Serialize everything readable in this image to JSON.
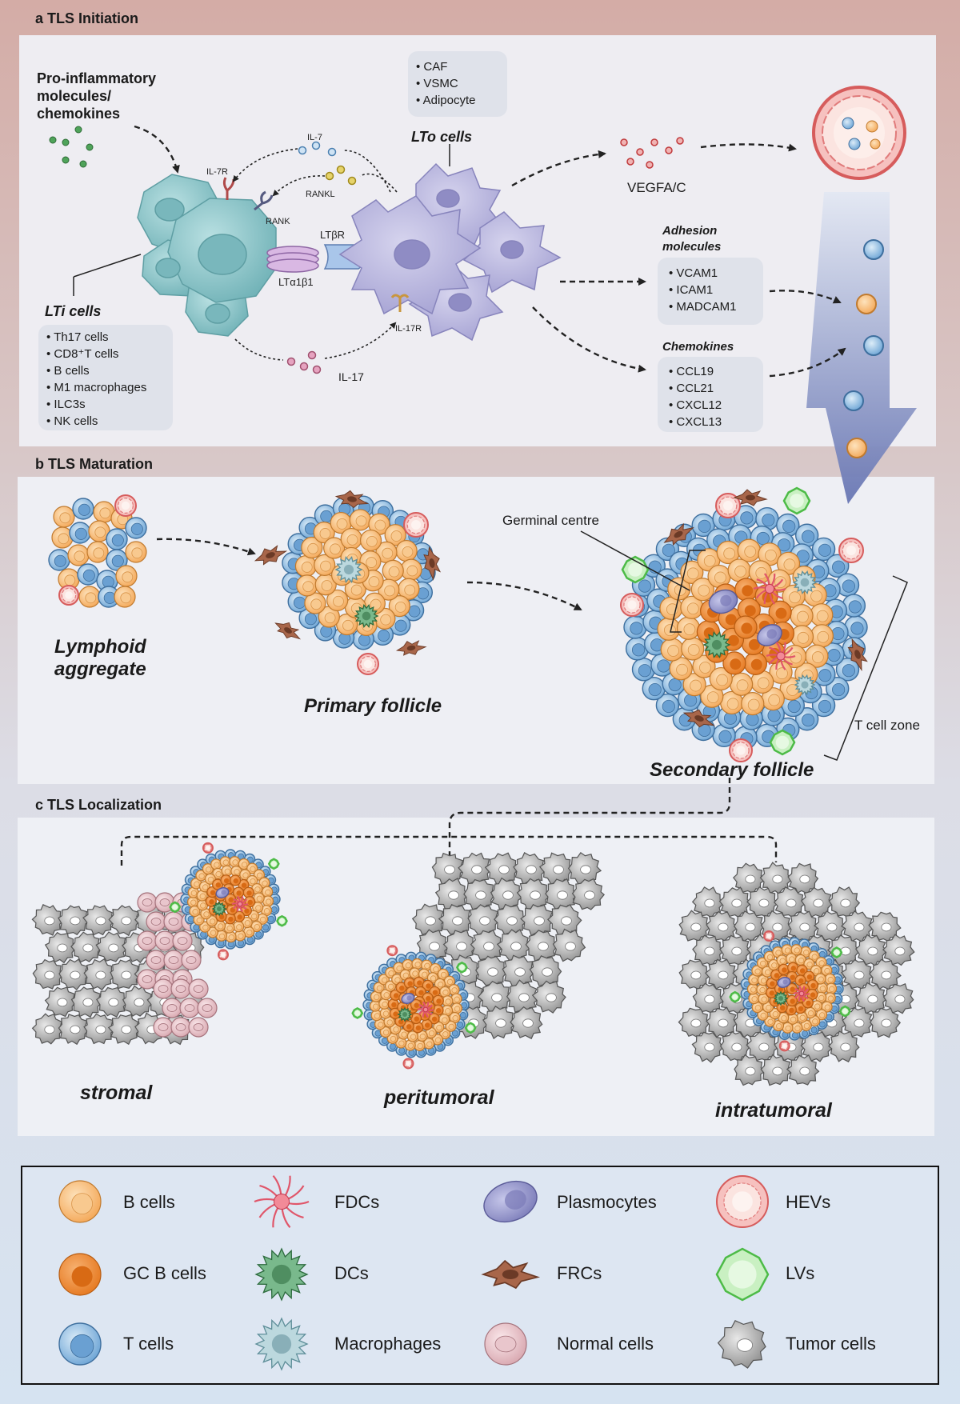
{
  "panel_a": {
    "header": "a  TLS Initiation",
    "pro_inflammatory": [
      "Pro-inflammatory",
      "molecules/",
      "chemokines"
    ],
    "lto_sources": [
      "CAF",
      "VSMC",
      "Adipocyte"
    ],
    "lto_title": "LTo cells",
    "il7": "IL-7",
    "il7r": "IL-7R",
    "rankl": "RANKL",
    "rank": "RANK",
    "ltbr": "LTβR",
    "lta1b1": "LTα1β1",
    "il17r": "IL-17R",
    "il17": "IL-17",
    "lti_title": "LTi cells",
    "lti_sources": [
      "Th17 cells",
      "CD8⁺T cells",
      "B cells",
      "M1 macrophages",
      "ILC3s",
      "NK cells"
    ],
    "vegf": "VEGFA/C",
    "adhesion_title": [
      "Adhesion",
      "molecules"
    ],
    "adhesion_items": [
      "VCAM1",
      "ICAM1",
      "MADCAM1"
    ],
    "chemokines_title": "Chemokines",
    "chemokines_items": [
      "CCL19",
      "CCL21",
      "CXCL12",
      "CXCL13"
    ]
  },
  "panel_b": {
    "header": "b  TLS Maturation",
    "germinal_centre": "Germinal centre",
    "lymphoid_aggregate": [
      "Lymphoid",
      "aggregate"
    ],
    "primary_follicle": "Primary follicle",
    "secondary_follicle": "Secondary follicle",
    "t_cell_zone": "T cell zone"
  },
  "panel_c": {
    "header": "c  TLS Localization",
    "stromal": "stromal",
    "peritumoral": "peritumoral",
    "intratumoral": "intratumoral"
  },
  "legend": {
    "items": [
      "B cells",
      "FDCs",
      "Plasmocytes",
      "HEVs",
      "GC B cells",
      "DCs",
      "FRCs",
      "LVs",
      "T cells",
      "Macrophages",
      "Normal cells",
      "Tumor cells"
    ]
  },
  "colors": {
    "b_cell": "#f6b26b",
    "gc_b_cell": "#ef8a32",
    "t_cell": "#7fb3e0",
    "fdc": "#e0566a",
    "dc": "#4e9a6a",
    "macrophage": "#9fc3cc",
    "plasmocyte": "#8e8fc9",
    "frc": "#9c5a40",
    "normal_cell": "#e8c4ca",
    "hev": "#f0a0a0",
    "lv": "#a8e6a0",
    "tumor_cell": "#9a9a9a",
    "lti_cell": "#8ec5c9",
    "lto_cell": "#b8b5dc"
  }
}
